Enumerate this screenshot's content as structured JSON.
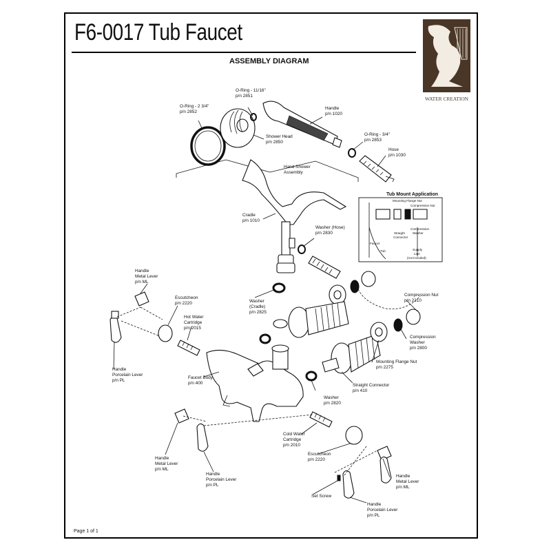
{
  "header": {
    "title": "F6-0017 Tub Faucet",
    "subtitle": "ASSEMBLY DIAGRAM"
  },
  "logo": {
    "text": "WATER CREATION",
    "colors": {
      "brown": "#4a3626",
      "cream": "#f2ece2"
    }
  },
  "inset": {
    "title": "Tub Mount Application",
    "labels": [
      "Mounting Flange Nut",
      "Compression Nut",
      "Compression",
      "Washer",
      "Straight",
      "Connector",
      "Faucet",
      "Tub",
      "Supply",
      "Line",
      "(not included)"
    ]
  },
  "parts": [
    {
      "lines": [
        "O-Ring - 11/16\"",
        "p/n 2851"
      ]
    },
    {
      "lines": [
        "O-Ring - 2 3/4\"",
        "p/n 2852"
      ]
    },
    {
      "lines": [
        "Handle",
        "p/n 1020"
      ]
    },
    {
      "lines": [
        "Shower Head",
        "p/n 2850"
      ]
    },
    {
      "lines": [
        "O-Ring - 3/4\"",
        "p/n 2853"
      ]
    },
    {
      "lines": [
        "Hose",
        "p/n 1030"
      ]
    },
    {
      "lines": [
        "Hand Shower",
        "Assembly"
      ]
    },
    {
      "lines": [
        "Cradle",
        "p/n 1010"
      ]
    },
    {
      "lines": [
        "Washer (Hose)",
        "p/n 2830"
      ]
    },
    {
      "lines": [
        "Handle",
        "Metal Lever",
        "p/n ML"
      ]
    },
    {
      "lines": [
        "Escutcheon",
        "p/n 2220"
      ]
    },
    {
      "lines": [
        "Washer",
        "(Cradle)",
        "p/n 2825"
      ]
    },
    {
      "lines": [
        "Compression Nut",
        "p/n 2210"
      ]
    },
    {
      "lines": [
        "Hot Water",
        "Cartridge",
        "p/n 2015"
      ]
    },
    {
      "lines": [
        "Compression",
        "Washer",
        "p/n 2800"
      ]
    },
    {
      "lines": [
        "Handle",
        "Porcelain Lever",
        "p/n PL"
      ]
    },
    {
      "lines": [
        "Mounting Flange Nut",
        "p/n 2275"
      ]
    },
    {
      "lines": [
        "Faucet Body",
        "p/n 400"
      ]
    },
    {
      "lines": [
        "Straight Connector",
        "p/n 410"
      ]
    },
    {
      "lines": [
        "Washer",
        "p/n 2820"
      ]
    },
    {
      "lines": [
        "Cold Water",
        "Cartridge",
        "p/n 2010"
      ]
    },
    {
      "lines": [
        "Escutcheon",
        "p/n 2220"
      ]
    },
    {
      "lines": [
        "Handle",
        "Metal Lever",
        "p/n ML"
      ]
    },
    {
      "lines": [
        "Handle",
        "Porcelain Lever",
        "p/n PL"
      ]
    },
    {
      "lines": [
        "Handle",
        "Metal Lever",
        "p/n ML"
      ]
    },
    {
      "lines": [
        "Set Screw"
      ]
    },
    {
      "lines": [
        "Handle",
        "Porcelain Lever",
        "p/n PL"
      ]
    }
  ],
  "footer": {
    "page": "Page 1 of 1"
  }
}
